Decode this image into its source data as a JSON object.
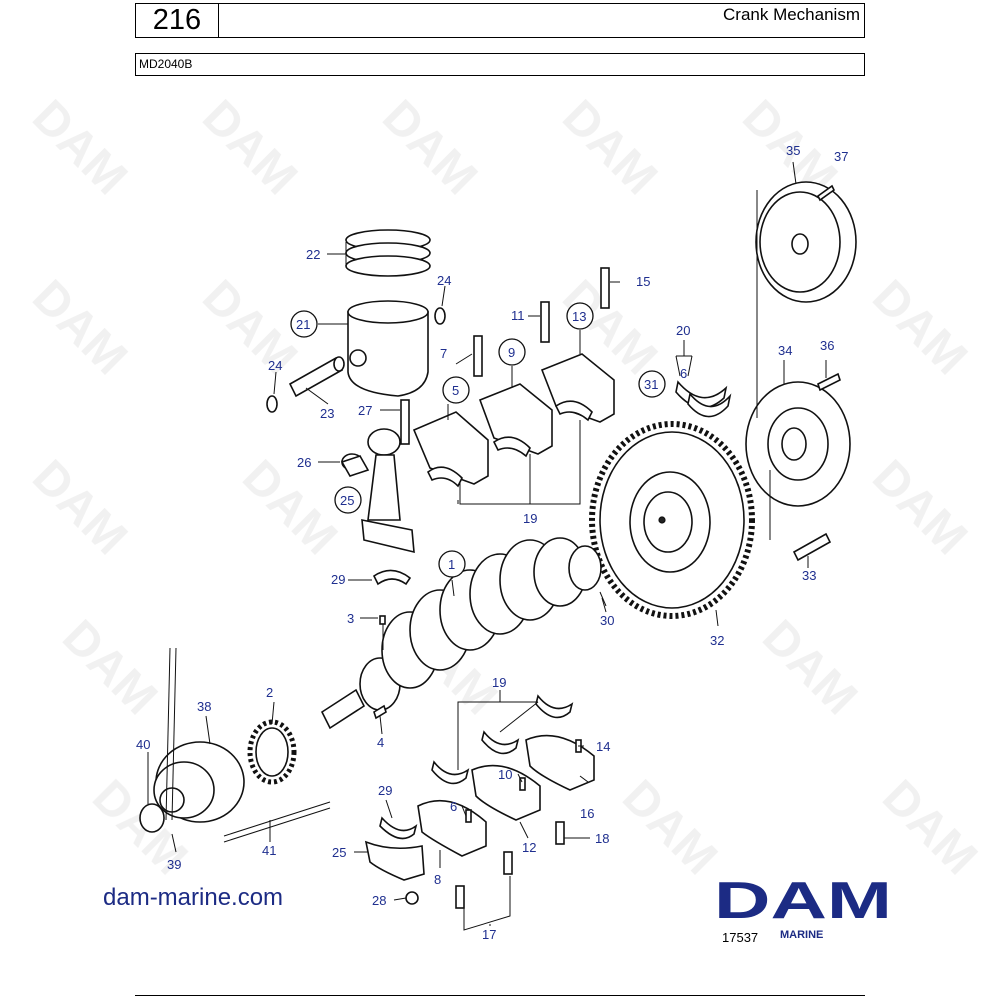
{
  "header": {
    "page_number": "216",
    "title": "Crank Mechanism",
    "model": "MD2040B"
  },
  "callouts": [
    {
      "id": "c1",
      "label": "1"
    },
    {
      "id": "c2",
      "label": "2"
    },
    {
      "id": "c3",
      "label": "3"
    },
    {
      "id": "c4",
      "label": "4"
    },
    {
      "id": "c5",
      "label": "5"
    },
    {
      "id": "c6a",
      "label": "6"
    },
    {
      "id": "c6b",
      "label": "6"
    },
    {
      "id": "c7",
      "label": "7"
    },
    {
      "id": "c8",
      "label": "8"
    },
    {
      "id": "c9",
      "label": "9"
    },
    {
      "id": "c10",
      "label": "10"
    },
    {
      "id": "c11",
      "label": "11"
    },
    {
      "id": "c12",
      "label": "12"
    },
    {
      "id": "c13",
      "label": "13"
    },
    {
      "id": "c14",
      "label": "14"
    },
    {
      "id": "c15",
      "label": "15"
    },
    {
      "id": "c16",
      "label": "16"
    },
    {
      "id": "c17",
      "label": "17"
    },
    {
      "id": "c18",
      "label": "18"
    },
    {
      "id": "c19a",
      "label": "19"
    },
    {
      "id": "c19b",
      "label": "19"
    },
    {
      "id": "c20",
      "label": "20"
    },
    {
      "id": "c21",
      "label": "21"
    },
    {
      "id": "c22",
      "label": "22"
    },
    {
      "id": "c23",
      "label": "23"
    },
    {
      "id": "c24a",
      "label": "24"
    },
    {
      "id": "c24b",
      "label": "24"
    },
    {
      "id": "c25a",
      "label": "25"
    },
    {
      "id": "c25b",
      "label": "25"
    },
    {
      "id": "c26",
      "label": "26"
    },
    {
      "id": "c27",
      "label": "27"
    },
    {
      "id": "c28",
      "label": "28"
    },
    {
      "id": "c29a",
      "label": "29"
    },
    {
      "id": "c29b",
      "label": "29"
    },
    {
      "id": "c30",
      "label": "30"
    },
    {
      "id": "c31",
      "label": "31"
    },
    {
      "id": "c32",
      "label": "32"
    },
    {
      "id": "c33",
      "label": "33"
    },
    {
      "id": "c34",
      "label": "34"
    },
    {
      "id": "c35",
      "label": "35"
    },
    {
      "id": "c36",
      "label": "36"
    },
    {
      "id": "c37",
      "label": "37"
    },
    {
      "id": "c38",
      "label": "38"
    },
    {
      "id": "c39",
      "label": "39"
    },
    {
      "id": "c40",
      "label": "40"
    },
    {
      "id": "c41",
      "label": "41"
    }
  ],
  "footer": {
    "website": "dam-marine.com",
    "doc_number": "17537",
    "brand": "DAM",
    "brand_sub": "MARINE",
    "watermark": "DAM"
  },
  "colors": {
    "accent": "#1c2b84",
    "callout": "#1f2f8f",
    "line": "#111111"
  }
}
